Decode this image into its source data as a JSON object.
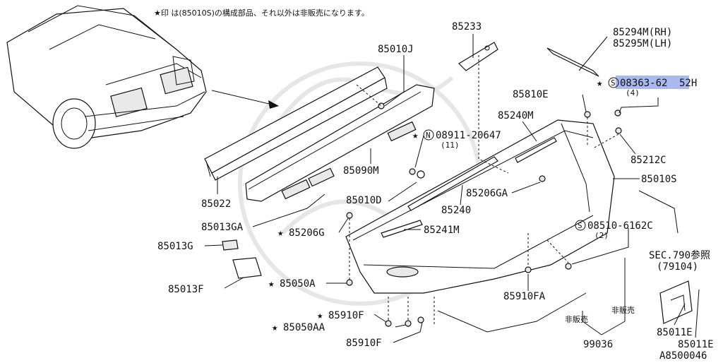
{
  "header_note": "★印 は(85010S)の構成部品、それ以外は非販売になります。",
  "diagram_code": "A8500046",
  "sec_reference": {
    "line1": "SEC.790参照",
    "line2": "(79104)"
  },
  "not_for_sale": "非販売",
  "callouts": {
    "p85233": "85233",
    "p85294m": "85294M(RH)",
    "p85295m": "85295M(LH)",
    "p85010j": "85010J",
    "p08363_a": "08363-62",
    "p08363_b": "52H",
    "q4": "(4)",
    "p85810e": "85810E",
    "p85240m": "85240M",
    "p08911": "08911-20647",
    "q11": "(11)",
    "p85212c": "85212C",
    "p85010s": "85010S",
    "p85090m": "85090M",
    "p85022": "85022",
    "p85010d": "85010D",
    "p85206ga": "85206GA",
    "p85240": "85240",
    "p85013ga": "85013GA",
    "p85241m": "85241M",
    "p85206g": "85206G",
    "p08510": "08510-6162C",
    "q2": "(2)",
    "p85013g": "85013G",
    "p85013f": "85013F",
    "p85050a": "85050A",
    "p85910fa": "85910FA",
    "p85910f_a": "85910F",
    "p85050aa": "85050AA",
    "p85910f_b": "85910F",
    "p99036": "99036",
    "p85011e_a": "85011E",
    "p85011e_b": "85011E"
  },
  "star_marks": {
    "s1": "★",
    "s2": "★",
    "s3": "★",
    "s4": "★",
    "s5": "★",
    "s6": "★"
  },
  "circled_marks": {
    "n": "N",
    "s_a": "S",
    "s_b": "S"
  }
}
